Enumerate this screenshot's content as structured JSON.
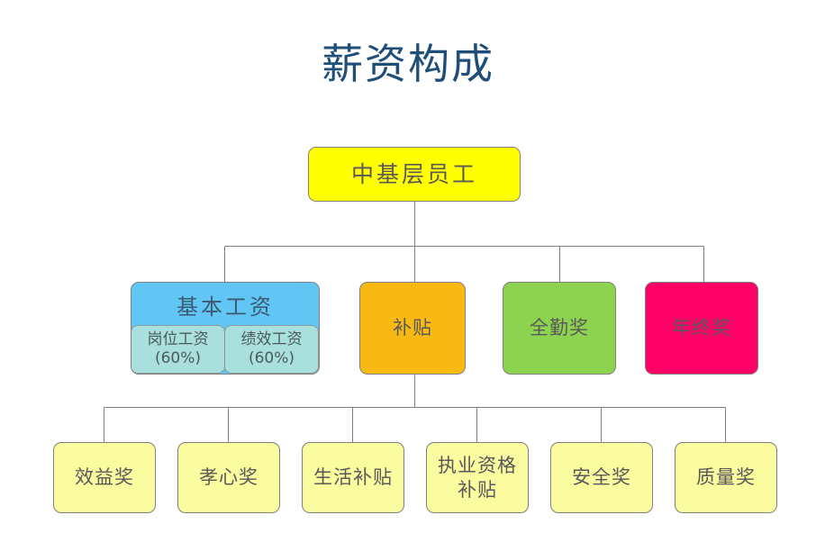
{
  "title": "薪资构成",
  "theme": {
    "title_color": "#1F4E79",
    "line_color": "#808080",
    "node_border": "#808080",
    "node_text": "#595959",
    "root_fill": "#FFFF00",
    "basic_fill": "#62C6F5",
    "sub_fill": "#A9E0DE",
    "subsidy_fill": "#F7B912",
    "attendance_fill": "#8DD34F",
    "yearend_fill": "#FF0066",
    "leaf_fill": "#FBFBA0"
  },
  "root": {
    "label": "中基层员工"
  },
  "level2": [
    {
      "label": "基本工资",
      "fill": "#62C6F5",
      "children": [
        {
          "label": "岗位工资\n(60%)"
        },
        {
          "label": "绩效工资\n(60%)"
        }
      ]
    },
    {
      "label": "补贴",
      "fill": "#F7B912"
    },
    {
      "label": "全勤奖",
      "fill": "#8DD34F"
    },
    {
      "label": "年终奖",
      "fill": "#FF0066"
    }
  ],
  "level3": [
    {
      "label": "效益奖"
    },
    {
      "label": "孝心奖"
    },
    {
      "label": "生活补贴"
    },
    {
      "label": "执业资格\n补贴"
    },
    {
      "label": "安全奖"
    },
    {
      "label": "质量奖"
    }
  ]
}
